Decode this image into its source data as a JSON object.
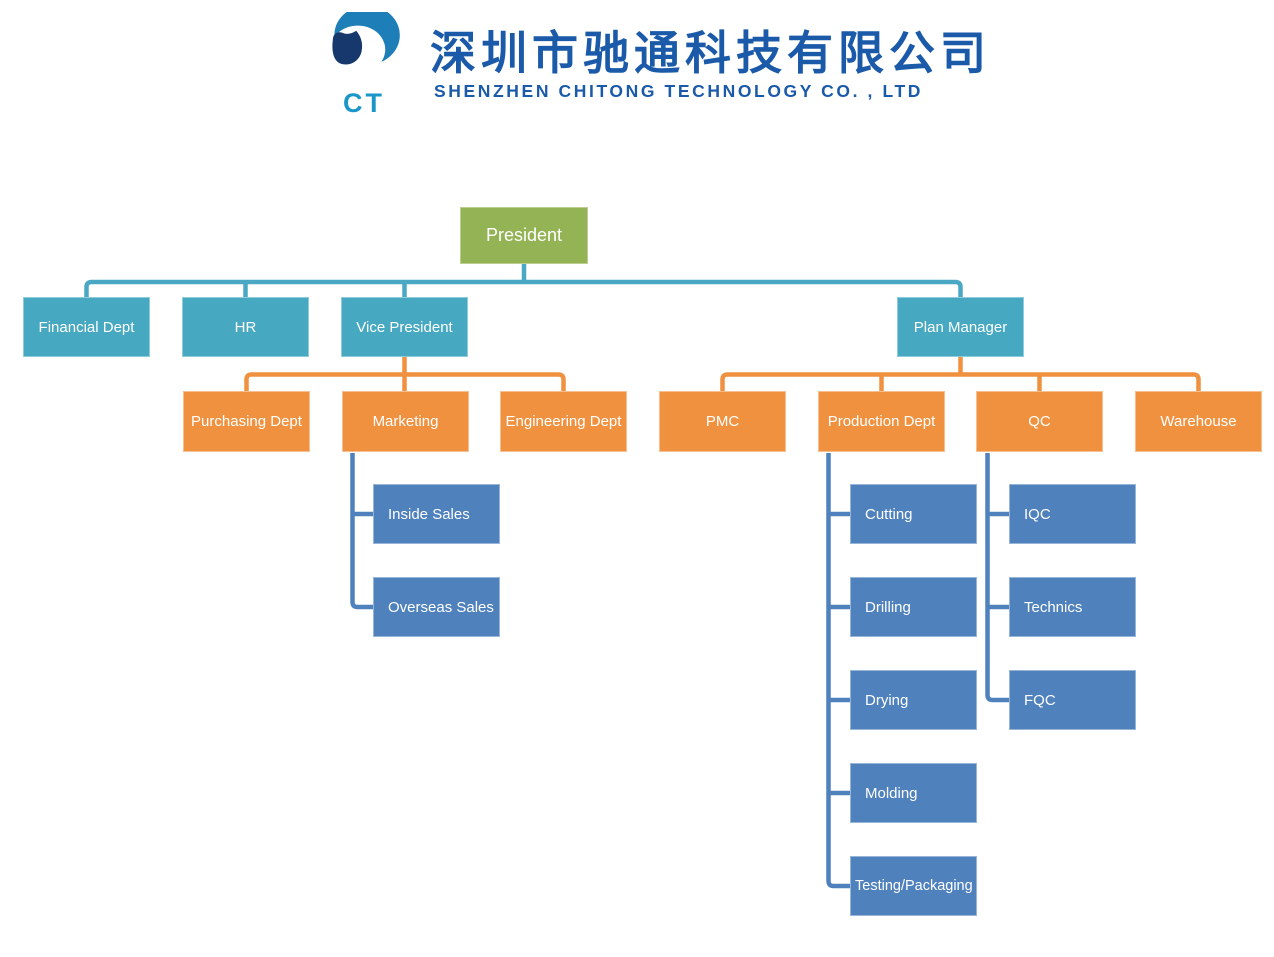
{
  "header": {
    "logo_monogram": "CT",
    "company_name_zh": "深圳市驰通科技有限公司",
    "company_name_en": "SHENZHEN CHITONG TECHNOLOGY CO. , LTD"
  },
  "palette": {
    "heading_blue": "#1b5aa9",
    "logo_navy": "#17386d",
    "logo_blue": "#1e7fb8",
    "logo_monogram": "#1a96c8",
    "node_green": "#93b354",
    "node_teal": "#46a8c1",
    "node_orange": "#f0913f",
    "node_blue": "#4f81bd",
    "node_text": "#ffffff",
    "connector_teal": "#4aa8c4",
    "connector_orange": "#f0913f",
    "connector_blue": "#4f81bd"
  },
  "chart_data": {
    "type": "org-chart",
    "title": "Company organization chart",
    "root": "President",
    "levels": [
      {
        "color_role": "green",
        "members": [
          "President"
        ]
      },
      {
        "color_role": "teal",
        "members": [
          "Financial Dept",
          "HR",
          "Vice President",
          "Plan Manager"
        ]
      },
      {
        "color_role": "orange",
        "members": [
          "Purchasing Dept",
          "Marketing",
          "Engineering Dept",
          "PMC",
          "Production Dept",
          "QC",
          "Warehouse"
        ]
      },
      {
        "color_role": "blue",
        "members": [
          "Inside Sales",
          "Overseas Sales",
          "Cutting",
          "Drilling",
          "Drying",
          "Molding",
          "Testing/Packaging",
          "IQC",
          "Technics",
          "FQC"
        ]
      }
    ]
  },
  "org": {
    "nodes": [
      {
        "id": "president",
        "label": "President",
        "reports_to": null
      },
      {
        "id": "financial",
        "label": "Financial Dept",
        "reports_to": "President"
      },
      {
        "id": "hr",
        "label": "HR",
        "reports_to": "President"
      },
      {
        "id": "vice-president",
        "label": "Vice President",
        "reports_to": "President"
      },
      {
        "id": "plan-manager",
        "label": "Plan Manager",
        "reports_to": "President"
      },
      {
        "id": "purchasing",
        "label": "Purchasing Dept",
        "reports_to": "Vice President"
      },
      {
        "id": "marketing",
        "label": "Marketing",
        "reports_to": "Vice President"
      },
      {
        "id": "engineering",
        "label": "Engineering Dept",
        "reports_to": "Vice President"
      },
      {
        "id": "pmc",
        "label": "PMC",
        "reports_to": "Plan Manager"
      },
      {
        "id": "production",
        "label": "Production Dept",
        "reports_to": "Plan Manager"
      },
      {
        "id": "qc",
        "label": "QC",
        "reports_to": "Plan Manager"
      },
      {
        "id": "warehouse",
        "label": "Warehouse",
        "reports_to": "Plan Manager"
      },
      {
        "id": "inside-sales",
        "label": "Inside Sales",
        "reports_to": "Marketing"
      },
      {
        "id": "overseas-sales",
        "label": "Overseas Sales",
        "reports_to": "Marketing"
      },
      {
        "id": "cutting",
        "label": "Cutting",
        "reports_to": "Production Dept"
      },
      {
        "id": "drilling",
        "label": "Drilling",
        "reports_to": "Production Dept"
      },
      {
        "id": "drying",
        "label": "Drying",
        "reports_to": "Production Dept"
      },
      {
        "id": "molding",
        "label": "Molding",
        "reports_to": "Production Dept"
      },
      {
        "id": "testing",
        "label": "Testing/Packaging",
        "reports_to": "Production Dept"
      },
      {
        "id": "iqc",
        "label": "IQC",
        "reports_to": "QC"
      },
      {
        "id": "technics",
        "label": "Technics",
        "reports_to": "QC"
      },
      {
        "id": "fqc",
        "label": "FQC",
        "reports_to": "QC"
      }
    ]
  }
}
